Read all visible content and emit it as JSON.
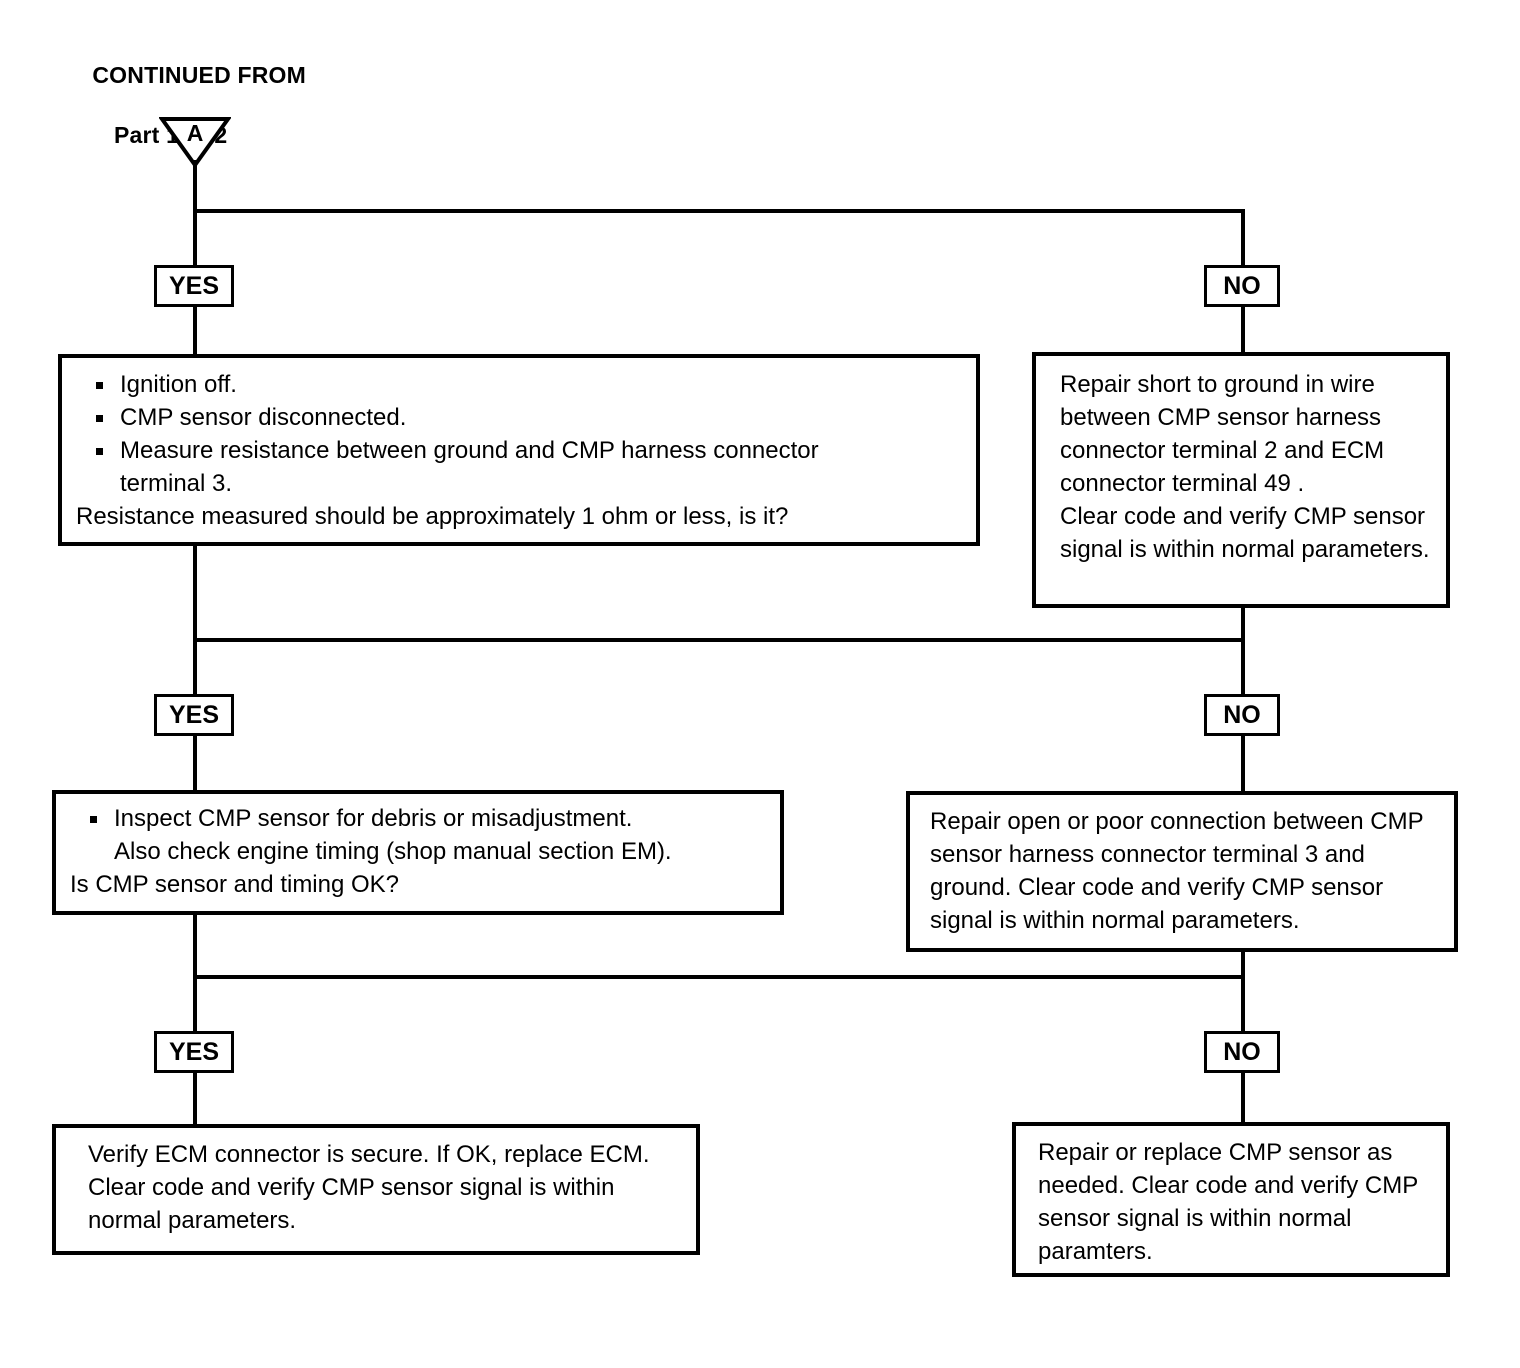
{
  "header": {
    "line1": "CONTINUED FROM",
    "line2": "Part 1 of 2"
  },
  "connector": {
    "label": "A",
    "shape": "triangle-down-icon"
  },
  "branches": [
    {
      "yes": "YES",
      "no": "NO"
    },
    {
      "yes": "YES",
      "no": "NO"
    },
    {
      "yes": "YES",
      "no": "NO"
    }
  ],
  "steps": [
    {
      "id": "step-1-question",
      "bullets": [
        "Ignition off.",
        "CMP sensor disconnected.",
        "Measure resistance between ground and CMP harness connector"
      ],
      "bullet3_cont": "terminal 3.",
      "question": "Resistance measured should be approximately 1 ohm or less, is it?"
    },
    {
      "id": "step-2-question",
      "bullets": [
        "Inspect CMP sensor for debris or misadjustment."
      ],
      "bullet1_cont": "Also check engine timing (shop manual section EM).",
      "question": "Is CMP sensor and timing OK?"
    }
  ],
  "outcomes": {
    "no_1": "Repair short to ground in wire between CMP sensor harness connector terminal 2 and ECM connector terminal 49 .\nClear code and verify CMP sensor signal is within normal parameters.",
    "no_2": "Repair open or poor connection between CMP sensor harness connector terminal 3 and ground. Clear code and verify CMP sensor signal is within normal parameters.",
    "no_3": "Repair or replace CMP sensor as needed. Clear code and verify CMP sensor signal is within normal paramters.",
    "yes_final": "Verify ECM connector is secure. If OK, replace ECM. Clear code and verify CMP sensor signal is within normal parameters."
  },
  "colors": {
    "ink": "#000000",
    "paper": "#ffffff"
  }
}
